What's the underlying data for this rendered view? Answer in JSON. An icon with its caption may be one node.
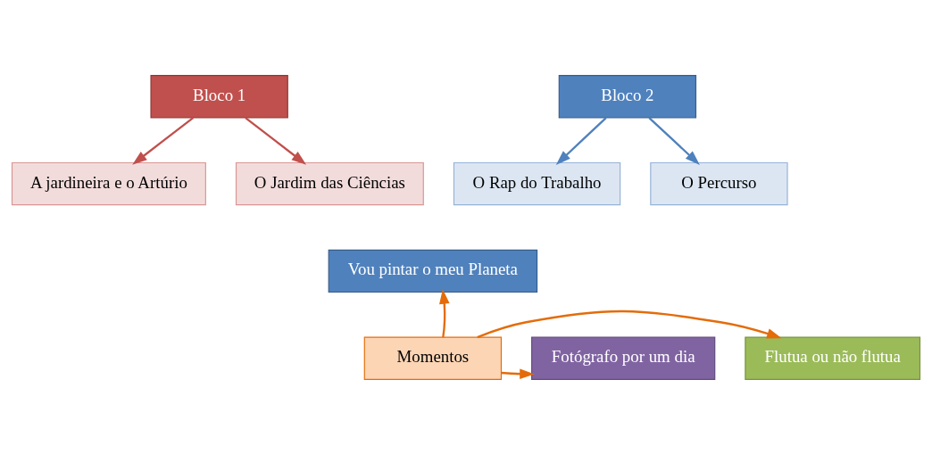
{
  "diagram": {
    "nodes": [
      {
        "text": [
          "Bloco 1"
        ]
      },
      {
        "text": [
          "A jardineira e o Artúrio"
        ]
      },
      {
        "text": [
          "O Jardim das Ciências"
        ]
      },
      {
        "text": [
          "Bloco 2"
        ]
      },
      {
        "text": [
          "O Rap do Trabalho"
        ]
      },
      {
        "text": [
          "O Percurso"
        ]
      },
      {
        "text": [
          "Vou pintar o meu Planeta"
        ]
      },
      {
        "text": [
          "Flutua ou não flutua"
        ]
      },
      {
        "text": [
          "Momentos"
        ]
      },
      {
        "text": [
          "Fotógrafo por um dia"
        ]
      }
    ],
    "edges": [
      {
        "from": 0,
        "to": 1,
        "arrow": "to",
        "color": "#c0504d"
      },
      {
        "from": 0,
        "to": 2,
        "arrow": "to",
        "color": "#c0504d"
      },
      {
        "from": 3,
        "to": 4,
        "arrow": "to",
        "color": "#4f81bd"
      },
      {
        "from": 3,
        "to": 5,
        "arrow": "to",
        "color": "#4f81bd"
      },
      {
        "from": 8,
        "to": 6,
        "arrow": "to"
      },
      {
        "from": 8,
        "to": 7,
        "arrow": "to"
      },
      {
        "from": 8,
        "to": 9,
        "arrow": "to"
      }
    ]
  }
}
